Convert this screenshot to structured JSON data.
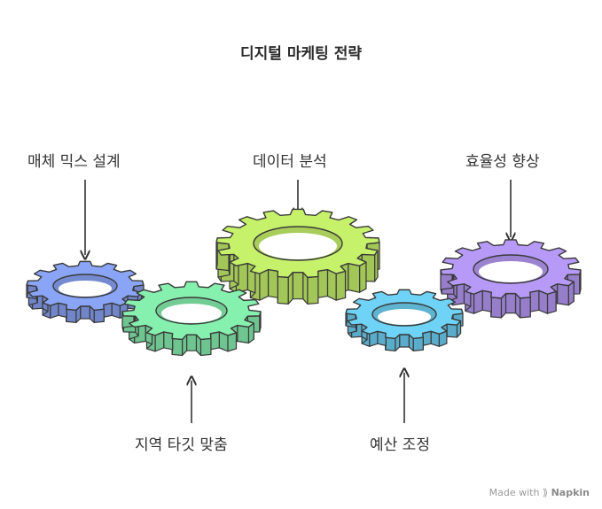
{
  "title": "디지털 마케팅 전략",
  "items": [
    {
      "label": "매체 믹스 설계",
      "color": "#8aa4f6"
    },
    {
      "label": "지역 타깃 맞춤",
      "color": "#86f0ae"
    },
    {
      "label": "데이터 분석",
      "color": "#c6f16a"
    },
    {
      "label": "예산 조정",
      "color": "#6ed3f6"
    },
    {
      "label": "효율성 향상",
      "color": "#b79af7"
    }
  ],
  "brand": {
    "prefix": "Made with",
    "name": "Napkin"
  }
}
